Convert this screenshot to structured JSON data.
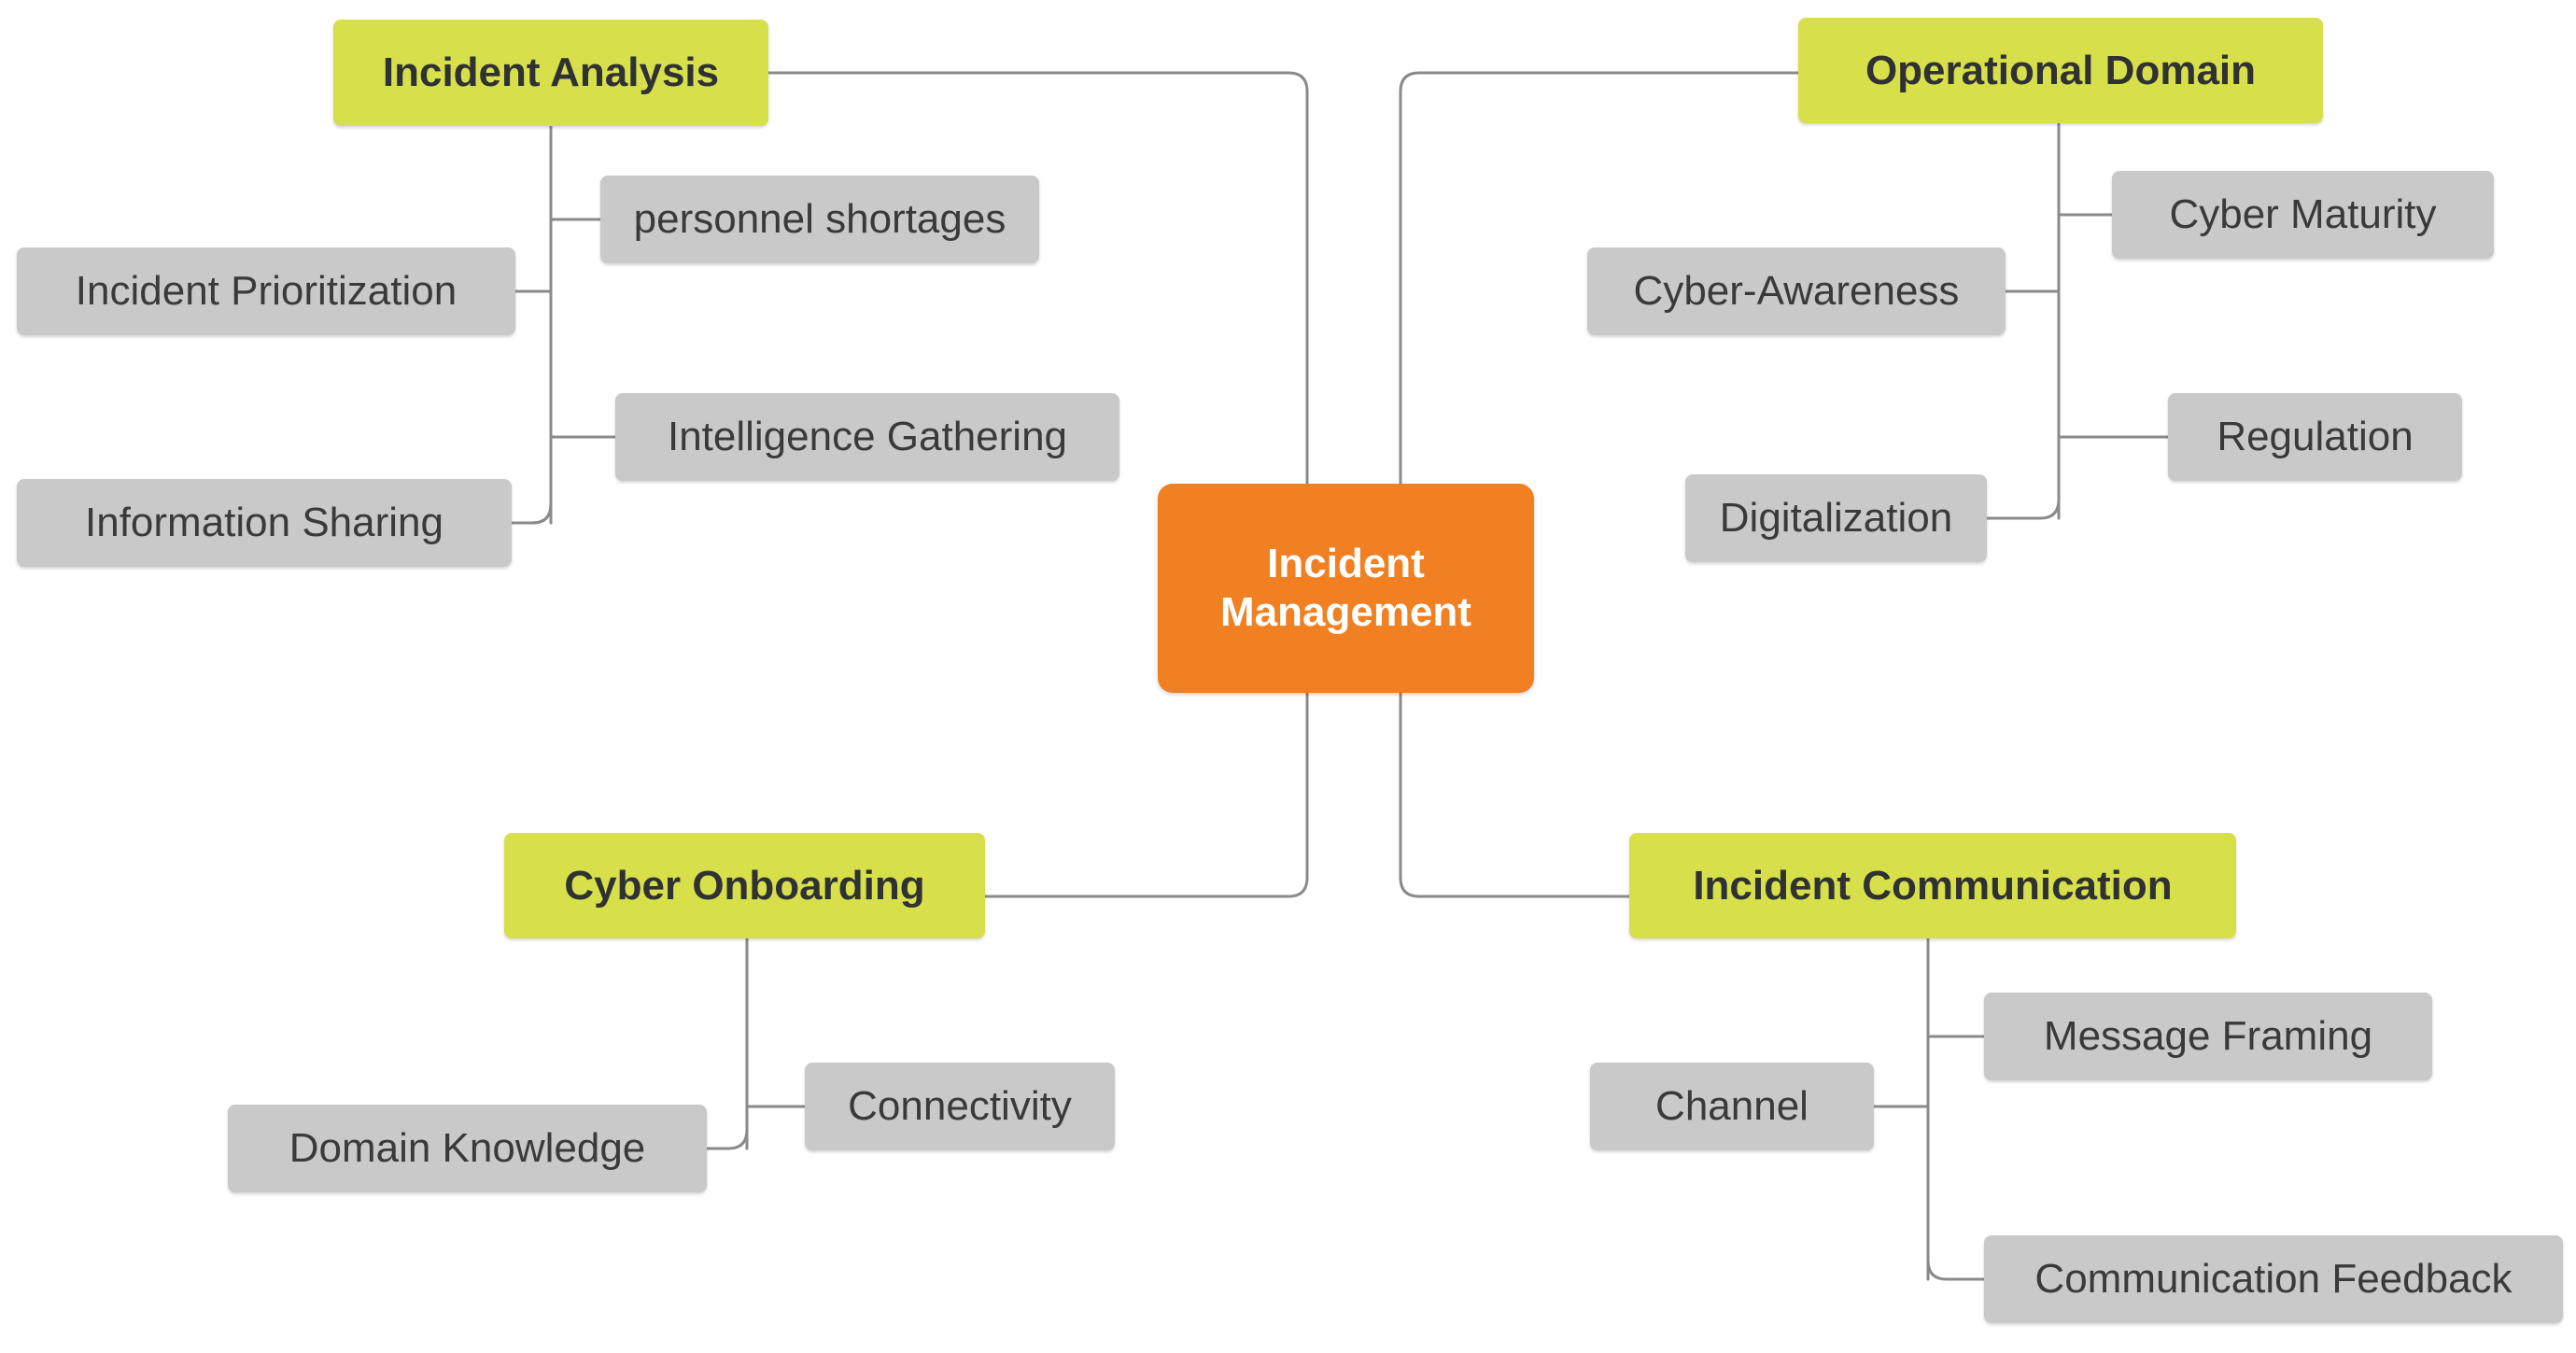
{
  "diagram": {
    "type": "mind-map",
    "title": "Incident Management",
    "orientation": "horizontal-balanced",
    "background_color": "#FFFFFF",
    "colors": {
      "root_fill": "#F08022",
      "root_text": "#FFFFFF",
      "branch_fill": "#D7E04B",
      "branch_text": "#2F3133",
      "leaf_fill": "#C9C9C9",
      "leaf_text": "#3A3A3C",
      "edge_stroke": "#8A8A8A"
    }
  },
  "root": {
    "label": "Incident\nManagement",
    "line1": "Incident",
    "line2": "Management"
  },
  "branches": [
    {
      "id": "incident-analysis",
      "label": "Incident Analysis",
      "side": "left",
      "children": [
        {
          "id": "personnel-shortages",
          "label": "personnel shortages"
        },
        {
          "id": "incident-prioritization",
          "label": "Incident Prioritization"
        },
        {
          "id": "intelligence-gathering",
          "label": "Intelligence Gathering"
        },
        {
          "id": "information-sharing",
          "label": "Information Sharing"
        }
      ]
    },
    {
      "id": "operational-domain",
      "label": "Operational Domain",
      "side": "right",
      "children": [
        {
          "id": "cyber-maturity",
          "label": "Cyber Maturity"
        },
        {
          "id": "cyber-awareness",
          "label": "Cyber-Awareness"
        },
        {
          "id": "regulation",
          "label": "Regulation"
        },
        {
          "id": "digitalization",
          "label": "Digitalization"
        }
      ]
    },
    {
      "id": "cyber-onboarding",
      "label": "Cyber Onboarding",
      "side": "left",
      "children": [
        {
          "id": "connectivity",
          "label": "Connectivity"
        },
        {
          "id": "domain-knowledge",
          "label": "Domain Knowledge"
        }
      ]
    },
    {
      "id": "incident-communication",
      "label": "Incident Communication",
      "side": "right",
      "children": [
        {
          "id": "message-framing",
          "label": "Message Framing"
        },
        {
          "id": "channel",
          "label": "Channel"
        },
        {
          "id": "communication-feedback",
          "label": "Communication Feedback"
        }
      ]
    }
  ],
  "nodes": {
    "root": {
      "label": "Incident\nManagement"
    },
    "incident_analysis": {
      "label": "Incident Analysis"
    },
    "personnel_shortages": {
      "label": "personnel shortages"
    },
    "incident_prioritization": {
      "label": "Incident Prioritization"
    },
    "intelligence_gathering": {
      "label": "Intelligence Gathering"
    },
    "information_sharing": {
      "label": "Information Sharing"
    },
    "operational_domain": {
      "label": "Operational Domain"
    },
    "cyber_maturity": {
      "label": "Cyber Maturity"
    },
    "cyber_awareness": {
      "label": "Cyber-Awareness"
    },
    "regulation": {
      "label": "Regulation"
    },
    "digitalization": {
      "label": "Digitalization"
    },
    "cyber_onboarding": {
      "label": "Cyber Onboarding"
    },
    "connectivity": {
      "label": "Connectivity"
    },
    "domain_knowledge": {
      "label": "Domain Knowledge"
    },
    "incident_communication": {
      "label": "Incident Communication"
    },
    "message_framing": {
      "label": "Message Framing"
    },
    "channel": {
      "label": "Channel"
    },
    "communication_feedback": {
      "label": "Communication Feedback"
    }
  }
}
